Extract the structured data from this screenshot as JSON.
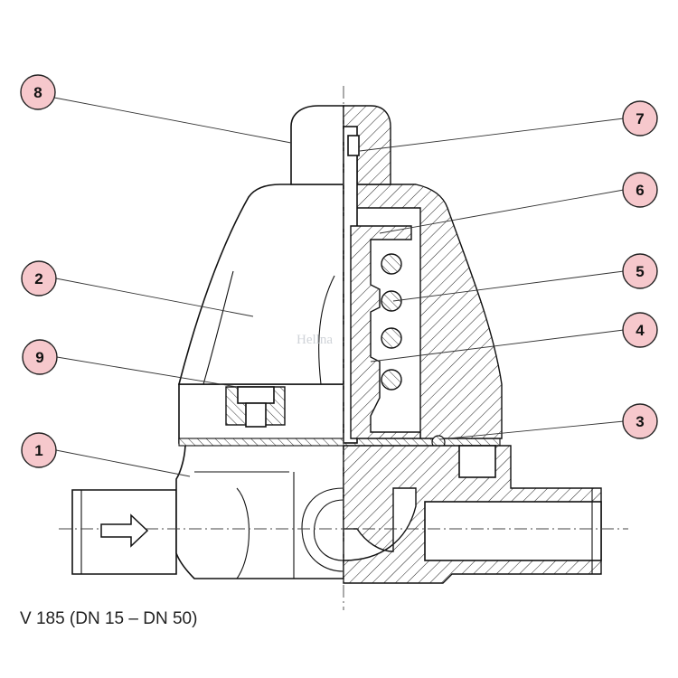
{
  "caption": "V 185 (DN 15 – DN 50)",
  "watermark": "Hellna",
  "colors": {
    "callout_fill": "#f6c8cc",
    "line": "#111111",
    "background": "#ffffff"
  },
  "callouts": [
    {
      "id": "8",
      "label": "8"
    },
    {
      "id": "7",
      "label": "7"
    },
    {
      "id": "6",
      "label": "6"
    },
    {
      "id": "2",
      "label": "2"
    },
    {
      "id": "5",
      "label": "5"
    },
    {
      "id": "4",
      "label": "4"
    },
    {
      "id": "9",
      "label": "9"
    },
    {
      "id": "3",
      "label": "3"
    },
    {
      "id": "1",
      "label": "1"
    }
  ],
  "icons": {
    "flow_arrow": "flow-direction-arrow-icon"
  }
}
